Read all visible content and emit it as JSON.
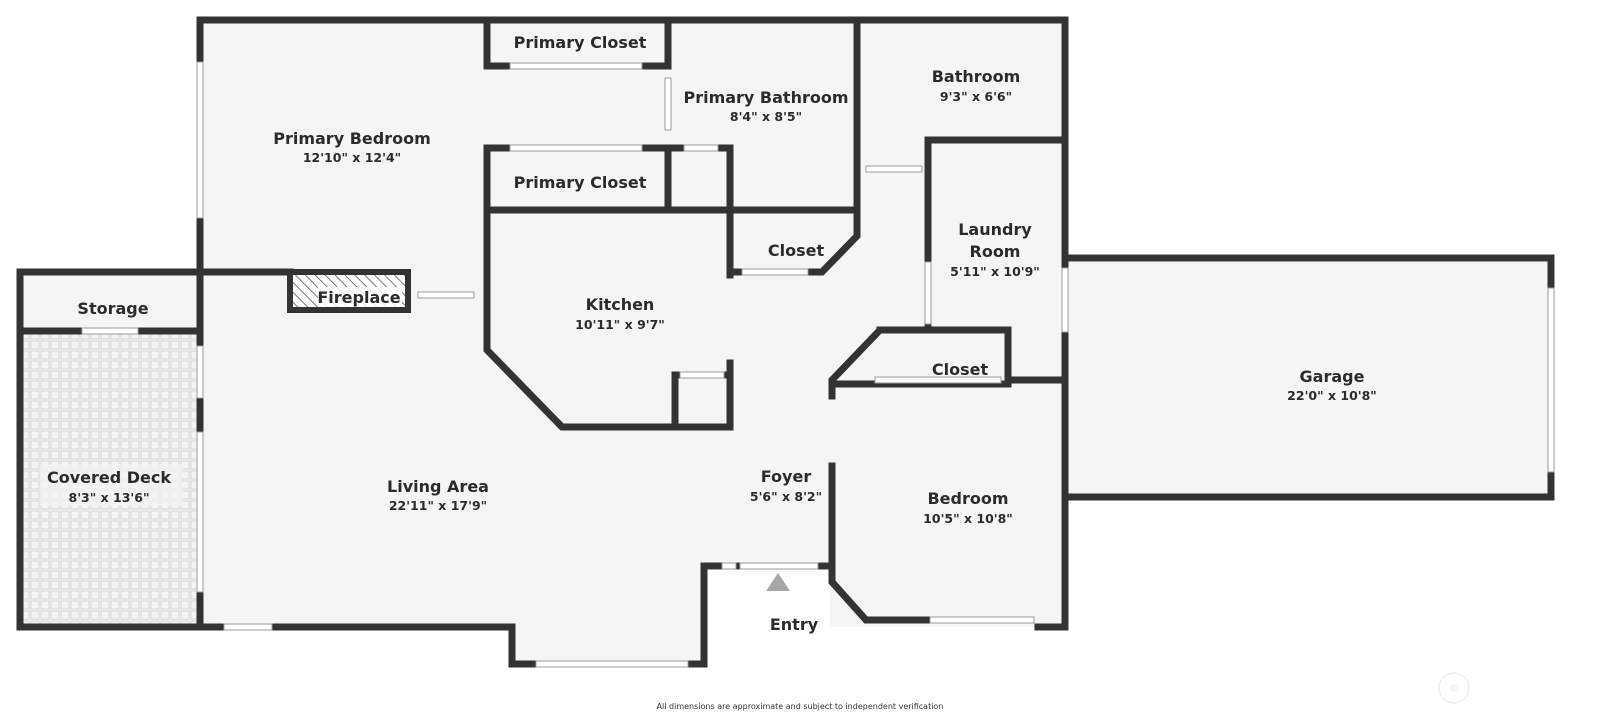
{
  "colors": {
    "wall": "#333333",
    "floor": "#f5f5f5",
    "page": "#ffffff",
    "deck_tile": "#dcdcdc",
    "text": "#2b2b2b",
    "entry_arrow": "#a6a6a6"
  },
  "rooms": [
    {
      "id": "primary-closet-top",
      "name": "Primary Closet",
      "dims": ""
    },
    {
      "id": "primary-bathroom",
      "name": "Primary Bathroom",
      "dims": "8'4\" x 8'5\""
    },
    {
      "id": "bathroom",
      "name": "Bathroom",
      "dims": "9'3\" x 6'6\""
    },
    {
      "id": "primary-bedroom",
      "name": "Primary Bedroom",
      "dims": "12'10\" x 12'4\""
    },
    {
      "id": "primary-closet-bottom",
      "name": "Primary Closet",
      "dims": ""
    },
    {
      "id": "closet-kitchen",
      "name": "Closet",
      "dims": ""
    },
    {
      "id": "laundry-room",
      "name_lines": [
        "Laundry",
        "Room"
      ],
      "dims": "5'11\" x 10'9\""
    },
    {
      "id": "storage",
      "name": "Storage",
      "dims": ""
    },
    {
      "id": "fireplace",
      "name": "Fireplace",
      "dims": ""
    },
    {
      "id": "kitchen",
      "name": "Kitchen",
      "dims": "10'11\" x 9'7\""
    },
    {
      "id": "closet-bedroom",
      "name": "Closet",
      "dims": ""
    },
    {
      "id": "garage",
      "name": "Garage",
      "dims": "22'0\" x 10'8\""
    },
    {
      "id": "covered-deck",
      "name": "Covered Deck",
      "dims": "8'3\" x 13'6\""
    },
    {
      "id": "living-area",
      "name": "Living Area",
      "dims": "22'11\" x 17'9\""
    },
    {
      "id": "foyer",
      "name": "Foyer",
      "dims": "5'6\" x 8'2\""
    },
    {
      "id": "bedroom",
      "name": "Bedroom",
      "dims": "10'5\" x 10'8\""
    },
    {
      "id": "entry",
      "name": "Entry",
      "dims": ""
    }
  ],
  "disclaimer": "All dimensions are approximate and subject to independent verification"
}
